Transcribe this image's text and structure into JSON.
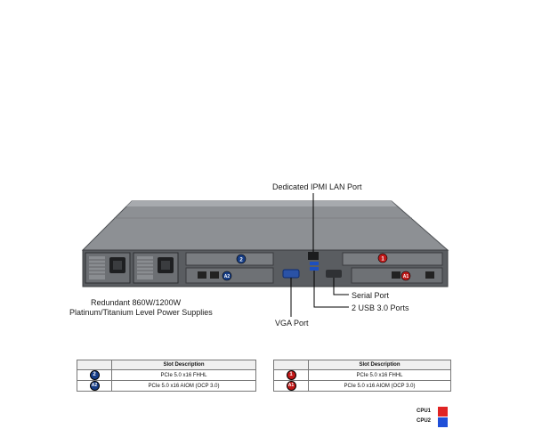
{
  "callouts": {
    "ipmi": "Dedicated IPMI  LAN Port",
    "psu_line1": "Redundant  860W/1200W",
    "psu_line2": "Platinum/Titanium  Level Power Supplies",
    "serial": "Serial Port",
    "usb": "2 USB 3.0 Ports",
    "vga": "VGA Port"
  },
  "slot_badges": {
    "s2": "2",
    "sa2": "A2",
    "s1": "1",
    "sa1": "A1"
  },
  "table_cpu2": {
    "header": "Slot Description",
    "rows": [
      {
        "badge": "2",
        "desc": "PCIe 5.0 x16 FHHL"
      },
      {
        "badge": "A2",
        "desc": "PCIe 5.0 x16 AIOM (OCP 3.0)"
      }
    ]
  },
  "table_cpu1": {
    "header": "Slot Description",
    "rows": [
      {
        "badge": "1",
        "desc": "PCIe 5.0 x16 FHHL"
      },
      {
        "badge": "A1",
        "desc": "PCIe 5.0 x16 AIOM (OCP 3.0)"
      }
    ]
  },
  "legend": [
    {
      "label": "CPU1",
      "color": "#e02424"
    },
    {
      "label": "CPU2",
      "color": "#1f4fd8"
    }
  ],
  "colors": {
    "cpu1_badge": "#c01818",
    "cpu2_badge": "#163d86",
    "chassis_dark": "#55585c",
    "chassis_light": "#9a9da1"
  }
}
